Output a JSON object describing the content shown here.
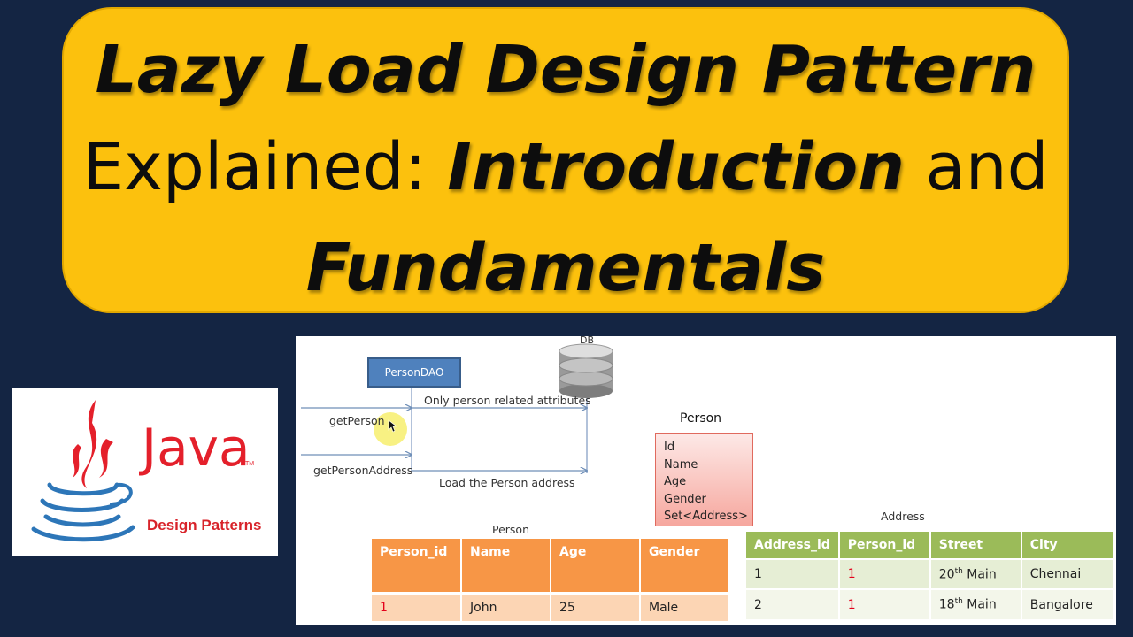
{
  "title": {
    "line1": "Lazy Load Design Pattern",
    "line2_regular": "Explained: ",
    "line2_bold": "Introduction",
    "line2_tail": " and",
    "line3": "Fundamentals"
  },
  "logo": {
    "brand": "Java",
    "trademark": "TM",
    "subtitle": "Design Patterns",
    "icon": "java-cup-icon"
  },
  "sequence": {
    "dao_label": "PersonDAO",
    "db_label": "DB",
    "db_icon": "database-icon",
    "call1": "getPerson",
    "call2": "getPersonAddress",
    "msg1": "Only person related attributes",
    "msg2": "Load the Person address"
  },
  "person_class": {
    "title": "Person",
    "attributes": [
      "Id",
      "Name",
      "Age",
      "Gender",
      "Set<Address>"
    ]
  },
  "person_table": {
    "caption": "Person",
    "headers": [
      "Person_id",
      "Name",
      "Age",
      "Gender"
    ],
    "rows": [
      [
        "1",
        "John",
        "25",
        "Male"
      ]
    ]
  },
  "address_table": {
    "caption": "Address",
    "headers": [
      "Address_id",
      "Person_id",
      "Street",
      "City"
    ],
    "rows": [
      {
        "address_id": "1",
        "person_id": "1",
        "street_num": "20",
        "street_sup": "th",
        "street_rest": " Main",
        "city": "Chennai"
      },
      {
        "address_id": "2",
        "person_id": "1",
        "street_num": "18",
        "street_sup": "th",
        "street_rest": " Main",
        "city": "Bangalore"
      }
    ]
  },
  "colors": {
    "background": "#142543",
    "title_fill": "#fcc10d",
    "person_table_header": "#f79646",
    "address_table_header": "#9bbb59",
    "dao_box": "#4f81bd",
    "foreign_key": "#e3001b"
  }
}
